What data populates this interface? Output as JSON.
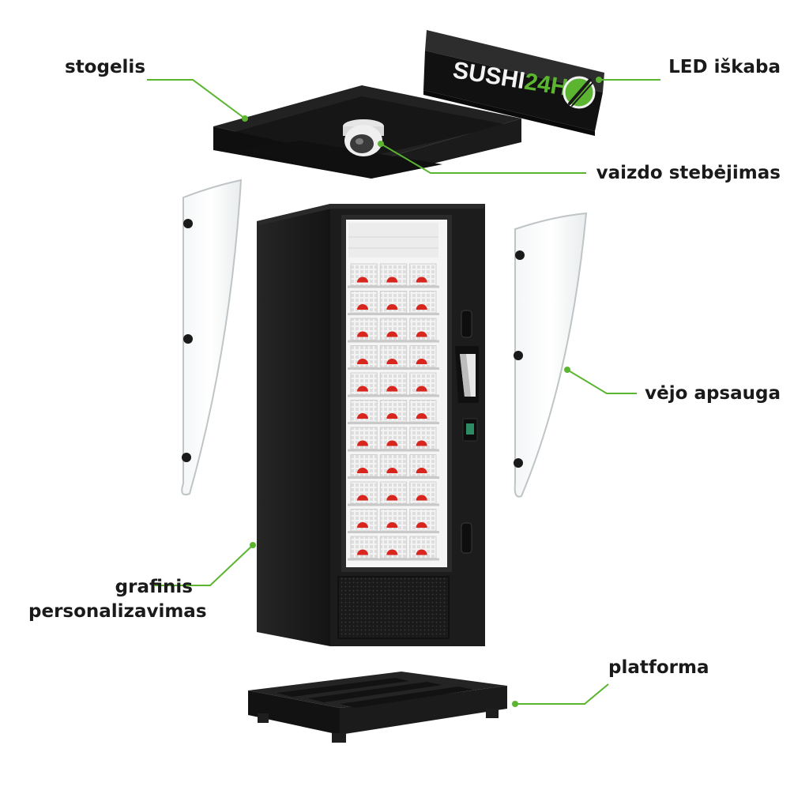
{
  "sign": {
    "text_white": "SUSHI",
    "text_green": "24H"
  },
  "labels": {
    "stogelis": "stogelis",
    "led": "LED iškaba",
    "vaizdo": "vaizdo stebėjimas",
    "vejo": "vėjo apsauga",
    "grafinis_1": "grafinis",
    "grafinis_2": "personalizavimas",
    "platforma": "platforma"
  },
  "colors": {
    "accent": "#5cb531",
    "body": "#1c1c1c",
    "text": "#1a1a1a",
    "product_red": "#d8261e"
  }
}
